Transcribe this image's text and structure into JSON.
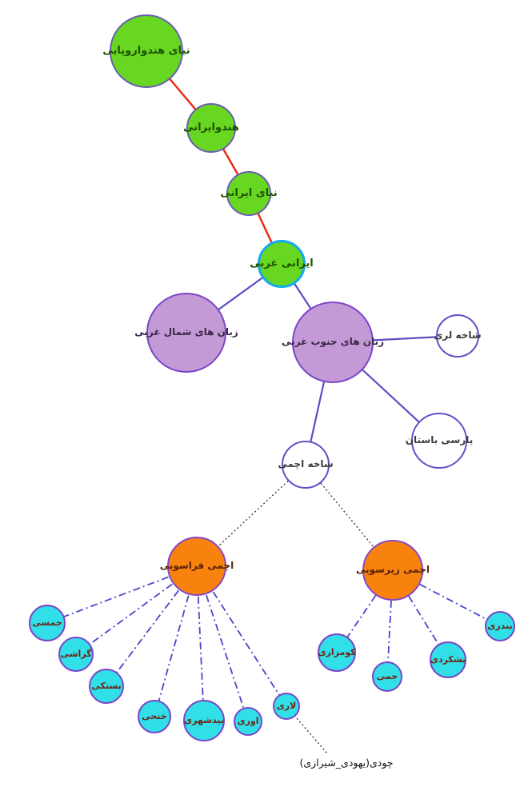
{
  "palette": {
    "proto_fill": "#68d722",
    "proto_border": "#6a5fae",
    "highlight_border": "#12aaf0",
    "branch_fill": "#c49ad6",
    "branch_border": "#7a45c8",
    "white_fill": "#ffffff",
    "white_border": "#6052c8",
    "group_fill": "#f8820e",
    "group_border": "#8747c8",
    "leaf_fill": "#30dfe8",
    "leaf_border": "#7a45c8",
    "edge_red": "#ee2413",
    "edge_solid_purple": "#5b4ec2",
    "edge_dotted_black": "#3d3d3d",
    "edge_dashdot_blue": "#4646ce"
  },
  "nodes": [
    {
      "id": "proto-indo-european",
      "label": "نیای هندواروپایی",
      "type": "green"
    },
    {
      "id": "indo-iranian",
      "label": "هندوایرانی",
      "type": "green"
    },
    {
      "id": "proto-iranian",
      "label": "نیای ایرانی",
      "type": "green"
    },
    {
      "id": "western-iranian",
      "label": "ایرانی غربی",
      "type": "green-highlight"
    },
    {
      "id": "northwestern-languages",
      "label": "زبان های شمال غربی",
      "type": "purple"
    },
    {
      "id": "southwestern-languages",
      "label": "زبان های جنوب غربی",
      "type": "purple"
    },
    {
      "id": "luri-branch",
      "label": "شاخه لری",
      "type": "white"
    },
    {
      "id": "old-persian",
      "label": "پارسی باستان",
      "type": "white"
    },
    {
      "id": "achomi-branch",
      "label": "شاخه اچمی",
      "type": "white"
    },
    {
      "id": "achomi-farasuyi",
      "label": "اچمی فراسویی",
      "type": "orange"
    },
    {
      "id": "achomi-zirsuyi",
      "label": "اچمی زیرسویی",
      "type": "orange"
    },
    {
      "id": "jamsi",
      "label": "جمسی",
      "type": "cyan"
    },
    {
      "id": "gerashi",
      "label": "گراشی",
      "type": "cyan"
    },
    {
      "id": "bastaki",
      "label": "بستکی",
      "type": "cyan"
    },
    {
      "id": "khonji",
      "label": "خنجی",
      "type": "cyan"
    },
    {
      "id": "bidshahri",
      "label": "بیدشهری",
      "type": "cyan"
    },
    {
      "id": "evazi",
      "label": "اوزی",
      "type": "cyan"
    },
    {
      "id": "lari",
      "label": "لاری",
      "type": "cyan"
    },
    {
      "id": "kumzari",
      "label": "کومزاری",
      "type": "cyan"
    },
    {
      "id": "jami",
      "label": "جمی",
      "type": "cyan"
    },
    {
      "id": "bashkardi",
      "label": "بشکردی",
      "type": "cyan"
    },
    {
      "id": "bandari",
      "label": "بندری",
      "type": "cyan"
    }
  ],
  "floating_label": {
    "text": "چودی(یهودی_شیرازی)"
  },
  "edges": [
    {
      "from": "نیای هندواروپایی",
      "to": "هندوایرانی",
      "style": "red-solid"
    },
    {
      "from": "هندوایرانی",
      "to": "نیای ایرانی",
      "style": "red-solid"
    },
    {
      "from": "نیای ایرانی",
      "to": "ایرانی غربی",
      "style": "red-solid"
    },
    {
      "from": "ایرانی غربی",
      "to": "زبان های شمال غربی",
      "style": "purple-solid"
    },
    {
      "from": "ایرانی غربی",
      "to": "زبان های جنوب غربی",
      "style": "purple-solid"
    },
    {
      "from": "زبان های جنوب غربی",
      "to": "شاخه لری",
      "style": "purple-solid"
    },
    {
      "from": "زبان های جنوب غربی",
      "to": "پارسی باستان",
      "style": "purple-solid"
    },
    {
      "from": "زبان های جنوب غربی",
      "to": "شاخه اچمی",
      "style": "purple-solid"
    },
    {
      "from": "شاخه اچمی",
      "to": "اچمی فراسویی",
      "style": "black-dotted"
    },
    {
      "from": "شاخه اچمی",
      "to": "اچمی زیرسویی",
      "style": "black-dotted"
    },
    {
      "from": "اچمی فراسویی",
      "to": "جمسی",
      "style": "blue-dashdot"
    },
    {
      "from": "اچمی فراسویی",
      "to": "گراشی",
      "style": "blue-dashdot"
    },
    {
      "from": "اچمی فراسویی",
      "to": "بستکی",
      "style": "blue-dashdot"
    },
    {
      "from": "اچمی فراسویی",
      "to": "خنجی",
      "style": "blue-dashdot"
    },
    {
      "from": "اچمی فراسویی",
      "to": "بیدشهری",
      "style": "blue-dashdot"
    },
    {
      "from": "اچمی فراسویی",
      "to": "اوزی",
      "style": "blue-dashdot"
    },
    {
      "from": "اچمی فراسویی",
      "to": "لاری",
      "style": "blue-dashdot"
    },
    {
      "from": "اچمی زیرسویی",
      "to": "کومزاری",
      "style": "blue-dashdot"
    },
    {
      "from": "اچمی زیرسویی",
      "to": "جمی",
      "style": "blue-dashdot"
    },
    {
      "from": "اچمی زیرسویی",
      "to": "بشکردی",
      "style": "blue-dashdot"
    },
    {
      "from": "اچمی زیرسویی",
      "to": "بندری",
      "style": "blue-dashdot"
    },
    {
      "from": "لاری",
      "to": "چودی(یهودی_شیرازی)",
      "style": "black-dotted"
    }
  ]
}
